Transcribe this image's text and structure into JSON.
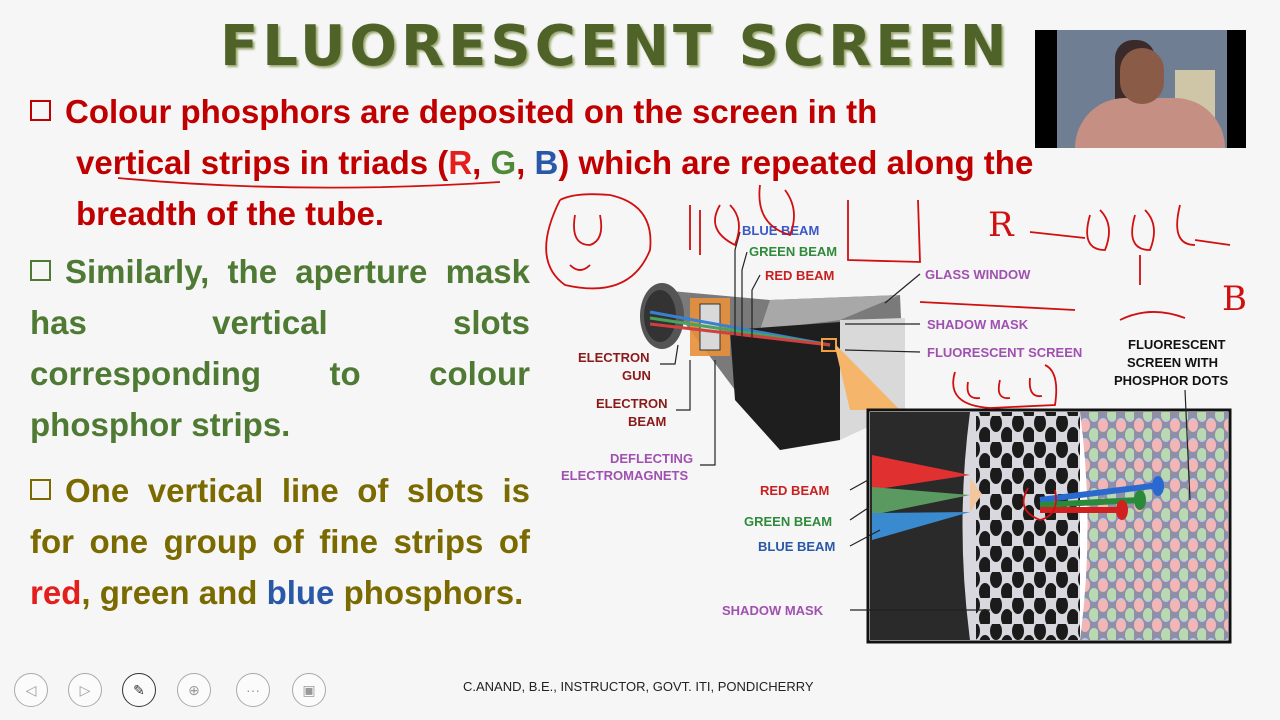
{
  "slide": {
    "title": "FLUORESCENT SCREEN",
    "bullets": {
      "b1": {
        "text_a": "Colour phosphors are deposited on the screen in th",
        "text_b": "vertical strips in triads (",
        "r": "R",
        "comma1": ", ",
        "g": "G",
        "comma2": ", ",
        "b": "B",
        "text_c": ") which are repeated along the",
        "text_d": "breadth of the tube."
      },
      "b2": {
        "text": "Similarly, the aperture mask has vertical slots corresponding to colour phosphor strips."
      },
      "b3": {
        "text_a": "One vertical line of slots is for one group of fine strips of ",
        "red": "red",
        "mid": ", green and ",
        "blue": "blue",
        "end": " phosphors."
      }
    },
    "diagram": {
      "labels": {
        "blue_beam": "BLUE BEAM",
        "green_beam": "GREEN BEAM",
        "red_beam": "RED BEAM",
        "glass_window": "GLASS WINDOW",
        "shadow_mask": "SHADOW MASK",
        "fluorescent_screen": "FLUORESCENT SCREEN",
        "electron_gun_1": "ELECTRON",
        "electron_gun_2": "GUN",
        "electron_beam_1": "ELECTRON",
        "electron_beam_2": "BEAM",
        "deflecting_1": "DEFLECTING",
        "deflecting_2": "ELECTROMAGNETS",
        "phosphor_1": "FLUORESCENT",
        "phosphor_2": "SCREEN WITH",
        "phosphor_3": "PHOSPHOR DOTS",
        "red_beam_2": "RED BEAM",
        "green_beam_2": "GREEN BEAM",
        "blue_beam_2": "BLUE BEAM",
        "shadow_mask_2": "SHADOW MASK"
      },
      "annotation_letters": {
        "r": "R",
        "b": "B"
      }
    },
    "footer": "C.ANAND, B.E., INSTRUCTOR, GOVT. ITI, PONDICHERRY"
  },
  "colors": {
    "red": "#c00000",
    "green": "#4f7a34",
    "olive": "#7a6a00",
    "blue": "#2a58a8",
    "title": "#4f6228",
    "ink": "#d01010"
  },
  "icons": [
    "prev-icon",
    "next-icon",
    "pen-icon",
    "zoom-icon",
    "more-icon",
    "screen-icon"
  ]
}
